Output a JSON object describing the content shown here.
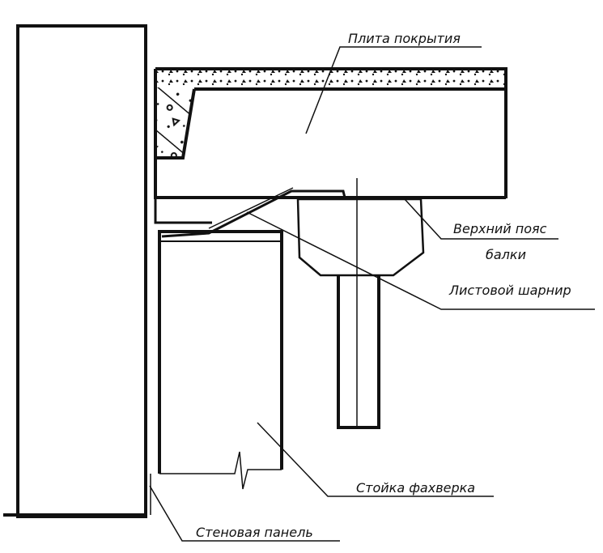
{
  "labels": {
    "slab": "Плита покрытия",
    "top_chord_line1": "Верхний пояс",
    "top_chord_line2": "балки",
    "sheet_hinge": "Листовой шарнир",
    "post": "Стойка фахверка",
    "wall_panel": "Стеновая панель"
  },
  "colors": {
    "ink": "#111111",
    "background": "#ffffff"
  }
}
